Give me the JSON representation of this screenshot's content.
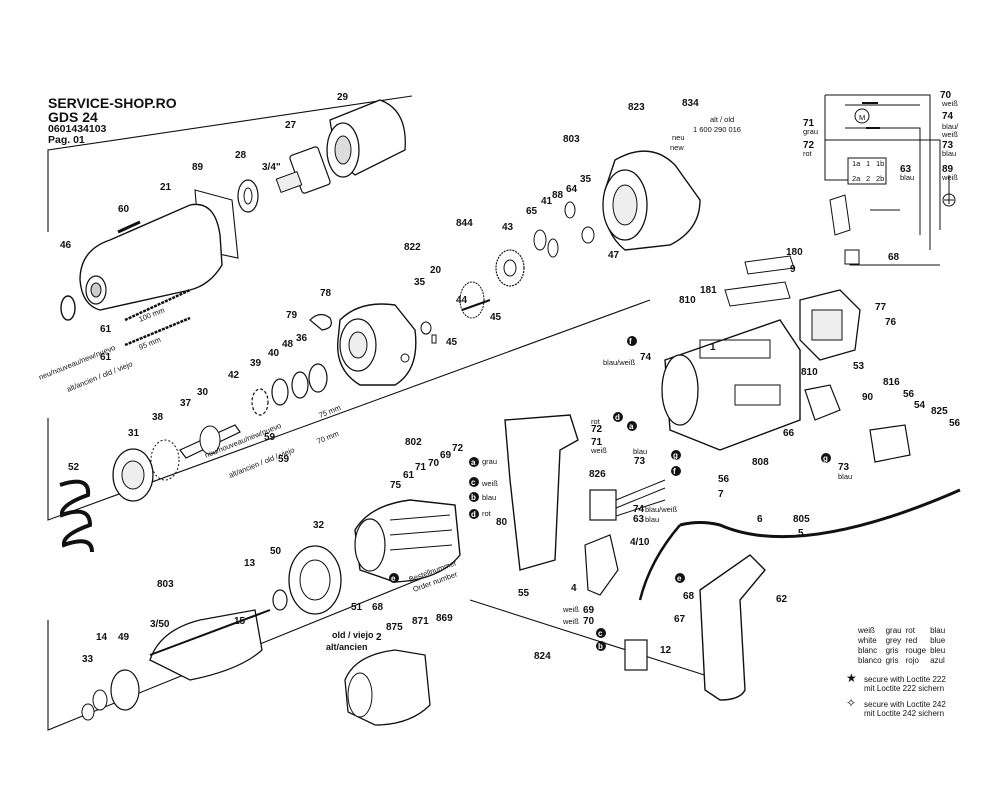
{
  "header": {
    "shop": "SERVICE-SHOP.RO",
    "model": "GDS 24",
    "part_number": "0601434103",
    "page": "Pag. 01"
  },
  "callouts": [
    {
      "id": "29",
      "label": "29"
    },
    {
      "id": "27",
      "label": "27"
    },
    {
      "id": "28",
      "label": "28"
    },
    {
      "id": "drive",
      "label": "3/4\""
    },
    {
      "id": "89a",
      "label": "89"
    },
    {
      "id": "21",
      "label": "21"
    },
    {
      "id": "60",
      "label": "60"
    },
    {
      "id": "46",
      "label": "46"
    },
    {
      "id": "823",
      "label": "823"
    },
    {
      "id": "834",
      "label": "834"
    },
    {
      "id": "803a",
      "label": "803"
    },
    {
      "id": "88",
      "label": "88"
    },
    {
      "id": "64",
      "label": "64"
    },
    {
      "id": "35a",
      "label": "35"
    },
    {
      "id": "65",
      "label": "65"
    },
    {
      "id": "41",
      "label": "41"
    },
    {
      "id": "43",
      "label": "43"
    },
    {
      "id": "844",
      "label": "844"
    },
    {
      "id": "822",
      "label": "822"
    },
    {
      "id": "35b",
      "label": "35"
    },
    {
      "id": "20",
      "label": "20"
    },
    {
      "id": "47",
      "label": "47"
    },
    {
      "id": "44",
      "label": "44"
    },
    {
      "id": "45a",
      "label": "45"
    },
    {
      "id": "45b",
      "label": "45"
    },
    {
      "id": "78",
      "label": "78"
    },
    {
      "id": "79",
      "label": "79"
    },
    {
      "id": "61a",
      "label": "61"
    },
    {
      "id": "61b",
      "label": "61"
    },
    {
      "id": "36",
      "label": "36"
    },
    {
      "id": "48",
      "label": "48"
    },
    {
      "id": "40",
      "label": "40"
    },
    {
      "id": "39",
      "label": "39"
    },
    {
      "id": "42",
      "label": "42"
    },
    {
      "id": "30",
      "label": "30"
    },
    {
      "id": "37",
      "label": "37"
    },
    {
      "id": "38",
      "label": "38"
    },
    {
      "id": "31",
      "label": "31"
    },
    {
      "id": "52",
      "label": "52"
    },
    {
      "id": "59a",
      "label": "59"
    },
    {
      "id": "59b",
      "label": "59"
    },
    {
      "id": "802",
      "label": "802"
    },
    {
      "id": "72a",
      "label": "72"
    },
    {
      "id": "69a",
      "label": "69"
    },
    {
      "id": "70a",
      "label": "70"
    },
    {
      "id": "71a",
      "label": "71"
    },
    {
      "id": "61c",
      "label": "61"
    },
    {
      "id": "75",
      "label": "75"
    },
    {
      "id": "32",
      "label": "32"
    },
    {
      "id": "50",
      "label": "50"
    },
    {
      "id": "13",
      "label": "13"
    },
    {
      "id": "803b",
      "label": "803"
    },
    {
      "id": "51",
      "label": "51"
    },
    {
      "id": "68a",
      "label": "68"
    },
    {
      "id": "14",
      "label": "14"
    },
    {
      "id": "350",
      "label": "3/50"
    },
    {
      "id": "49",
      "label": "49"
    },
    {
      "id": "33",
      "label": "33"
    },
    {
      "id": "15",
      "label": "15"
    },
    {
      "id": "871",
      "label": "871"
    },
    {
      "id": "869",
      "label": "869"
    },
    {
      "id": "875",
      "label": "875"
    },
    {
      "id": "2",
      "label": "2"
    },
    {
      "id": "80",
      "label": "80"
    },
    {
      "id": "55",
      "label": "55"
    },
    {
      "id": "824",
      "label": "824"
    },
    {
      "id": "72b",
      "label": "72"
    },
    {
      "id": "71b",
      "label": "71"
    },
    {
      "id": "826",
      "label": "826"
    },
    {
      "id": "73a",
      "label": "73"
    },
    {
      "id": "74a",
      "label": "74"
    },
    {
      "id": "63a",
      "label": "63"
    },
    {
      "id": "410",
      "label": "4/10"
    },
    {
      "id": "4",
      "label": "4"
    },
    {
      "id": "69b",
      "label": "69"
    },
    {
      "id": "70b",
      "label": "70"
    },
    {
      "id": "68b",
      "label": "68"
    },
    {
      "id": "67",
      "label": "67"
    },
    {
      "id": "12",
      "label": "12"
    },
    {
      "id": "56a",
      "label": "56"
    },
    {
      "id": "7",
      "label": "7"
    },
    {
      "id": "6",
      "label": "6"
    },
    {
      "id": "805",
      "label": "805"
    },
    {
      "id": "5",
      "label": "5"
    },
    {
      "id": "62",
      "label": "62"
    },
    {
      "id": "180",
      "label": "180"
    },
    {
      "id": "9",
      "label": "9"
    },
    {
      "id": "181",
      "label": "181"
    },
    {
      "id": "810a",
      "label": "810"
    },
    {
      "id": "74b",
      "label": "74"
    },
    {
      "id": "1",
      "label": "1"
    },
    {
      "id": "77",
      "label": "77"
    },
    {
      "id": "76",
      "label": "76"
    },
    {
      "id": "53",
      "label": "53"
    },
    {
      "id": "810b",
      "label": "810"
    },
    {
      "id": "816",
      "label": "816"
    },
    {
      "id": "90",
      "label": "90"
    },
    {
      "id": "56b",
      "label": "56"
    },
    {
      "id": "54",
      "label": "54"
    },
    {
      "id": "825",
      "label": "825"
    },
    {
      "id": "56c",
      "label": "56"
    },
    {
      "id": "66",
      "label": "66"
    },
    {
      "id": "808",
      "label": "808"
    },
    {
      "id": "73b",
      "label": "73"
    },
    {
      "id": "70c",
      "label": "70"
    },
    {
      "id": "74c",
      "label": "74"
    },
    {
      "id": "71c",
      "label": "71"
    },
    {
      "id": "72c",
      "label": "72"
    },
    {
      "id": "73c",
      "label": "73"
    },
    {
      "id": "63b",
      "label": "63"
    },
    {
      "id": "89b",
      "label": "89"
    },
    {
      "id": "68c",
      "label": "68"
    }
  ],
  "small_text": {
    "mm100": "100 mm",
    "mm95": "95 mm",
    "mm75": "75 mm",
    "mm70": "70 mm",
    "new_lang": "neu/nouveau/new/nuevo",
    "old_lang": "alt/ancien / old / viejo",
    "alt_old": "alt / old",
    "alt_old_num": "1 600 290 016",
    "neu": "neu",
    "new": "new",
    "bestell1": "Bestellnummer",
    "bestell2": "Order number",
    "old_viejo": "old / viejo",
    "alt_ancien": "alt/ancien",
    "grau": "grau",
    "weiss": "weiß",
    "blau": "blau",
    "rot": "rot",
    "blauweiss": "blau/weiß",
    "blau_slash": "blau/",
    "weiss2": "weiß",
    "rot2": "rot",
    "grau2": "grau",
    "weiss3": "weiß",
    "weiss4": "weiß",
    "blau2": "blau",
    "weiss5": "weiß",
    "blau3": "blau",
    "blau4": "blau",
    "rot3": "rot",
    "blau5": "blau",
    "blauweiss2": "blau/weiß",
    "blau6": "blau",
    "weiss6": "weiß",
    "weiss7": "weiß"
  },
  "markers": {
    "a": "a",
    "b": "b",
    "c": "c",
    "d": "d",
    "e": "e",
    "f": "f",
    "g": "g"
  },
  "motor": {
    "label": "M"
  },
  "switch": {
    "s1a": "1a",
    "s1": "1",
    "s1b": "1b",
    "s2a": "2a",
    "s2": "2",
    "s2b": "2b"
  },
  "color_legend": [
    [
      "weiß",
      "grau",
      "rot",
      "blau"
    ],
    [
      "white",
      "grey",
      "red",
      "blue"
    ],
    [
      "blanc",
      "gris",
      "rouge",
      "bleu"
    ],
    [
      "blanco",
      "gris",
      "rojo",
      "azul"
    ]
  ],
  "notes": {
    "loctite222_1": "secure with Loctite 222",
    "loctite222_2": "mit Loctite 222 sichern",
    "loctite242_1": "secure with Loctite 242",
    "loctite242_2": "mit Loctite 242 sichern",
    "star": "★",
    "star_open": "✧"
  }
}
